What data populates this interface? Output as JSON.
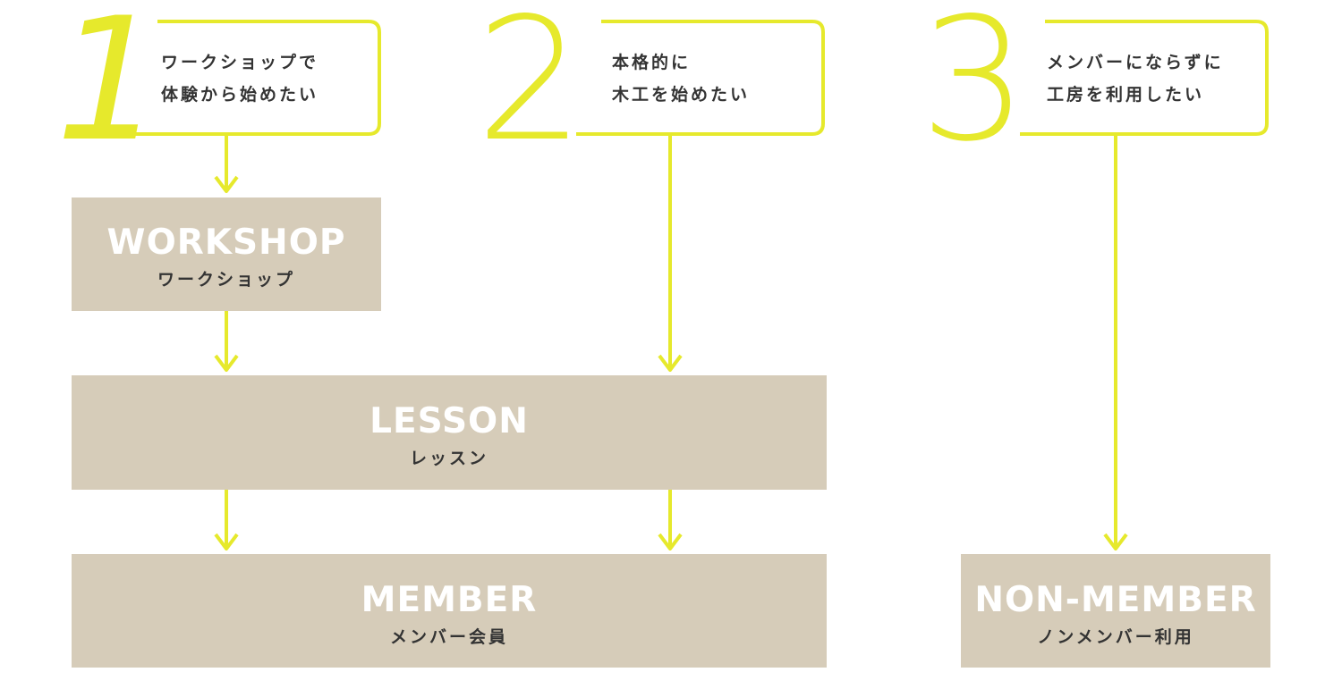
{
  "colors": {
    "accent": "#e6e92c",
    "box_fill": "#d6ccb9",
    "box_title": "#ffffff",
    "text_dark": "#333333"
  },
  "steps": [
    {
      "number": "1",
      "caption": [
        "ワークショップで",
        "体験から始めたい"
      ]
    },
    {
      "number": "2",
      "caption": [
        "本格的に",
        "木工を始めたい"
      ]
    },
    {
      "number": "3",
      "caption": [
        "メンバーにならずに",
        "工房を利用したい"
      ]
    }
  ],
  "boxes": {
    "workshop": {
      "title": "WORKSHOP",
      "subtitle": "ワークショップ"
    },
    "lesson": {
      "title": "LESSON",
      "subtitle": "レッスン"
    },
    "member": {
      "title": "MEMBER",
      "subtitle": "メンバー会員"
    },
    "non_member": {
      "title": "NON-MEMBER",
      "subtitle": "ノンメンバー利用"
    }
  }
}
